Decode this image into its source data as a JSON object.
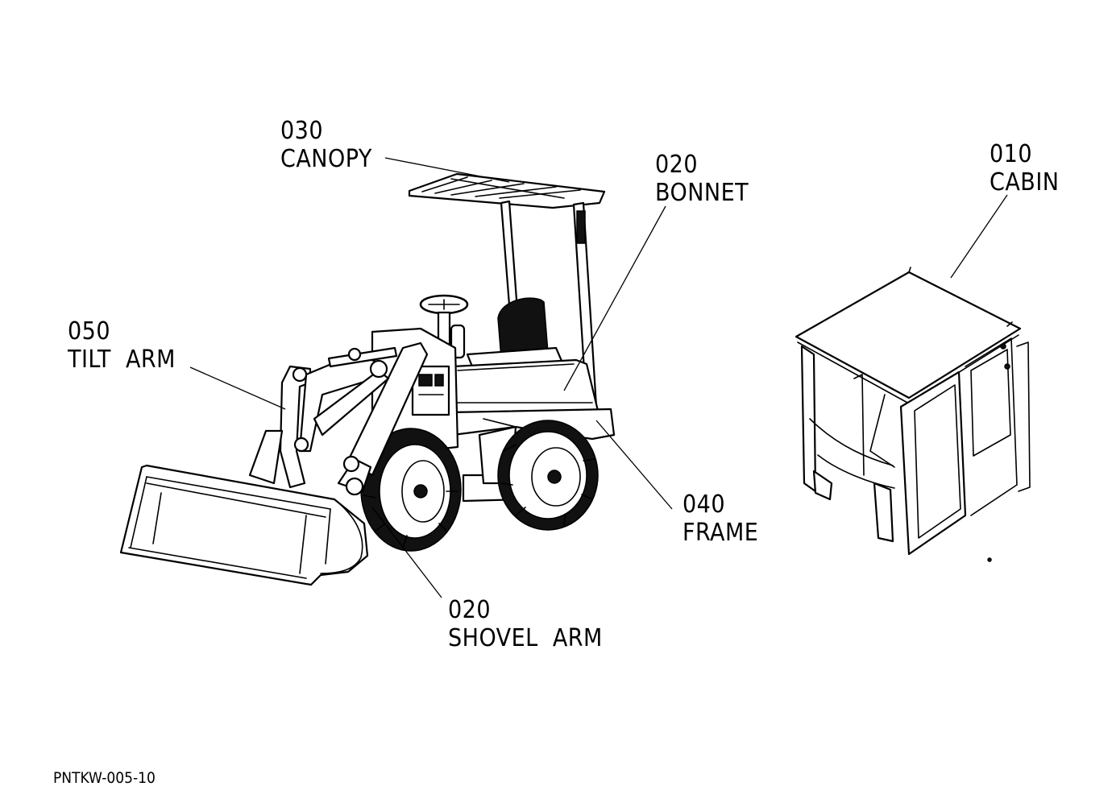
{
  "reference_code": "PNTKW-005-10",
  "callouts": {
    "canopy": {
      "number": "030",
      "name": "CANOPY"
    },
    "bonnet": {
      "number": "020",
      "name": "BONNET"
    },
    "cabin": {
      "number": "010",
      "name": "CABIN"
    },
    "tilt_arm": {
      "number": "050",
      "name": "TILT  ARM"
    },
    "frame": {
      "number": "040",
      "name": "FRAME"
    },
    "shovel_arm": {
      "number": "020",
      "name": "SHOVEL  ARM"
    }
  }
}
